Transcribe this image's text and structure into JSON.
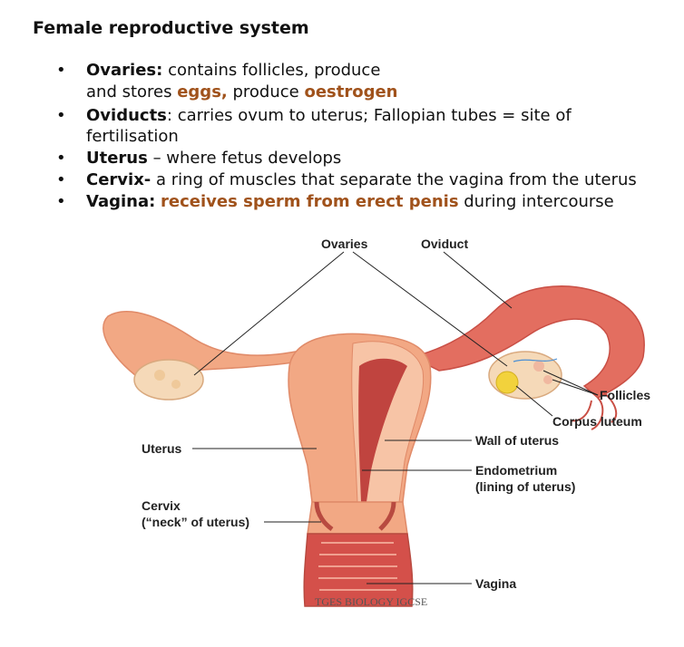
{
  "title": "Female reproductive system",
  "bullets": {
    "ovaries": {
      "term": "Ovaries:",
      "text1": " contains follicles, produce",
      "line2a": "and stores ",
      "hl1": "eggs,",
      "line2b": " produce ",
      "hl2": "oestrogen"
    },
    "oviducts": {
      "term": "Oviducts",
      "text1": ": carries ovum to uterus; Fallopian tubes = site of",
      "line2": "fertilisation"
    },
    "uterus": {
      "term": "Uterus",
      "text1": " – where fetus develops"
    },
    "cervix": {
      "term": "Cervix-",
      "text1": " a ring of muscles that separate the vagina from the uterus"
    },
    "vagina": {
      "term": "Vagina:",
      "hl": "receives sperm from erect penis",
      "text1": " during intercourse"
    }
  },
  "diagram": {
    "labels": {
      "ovaries": "Ovaries",
      "oviduct": "Oviduct",
      "follicles": "Follicles",
      "corpus_luteum": "Corpus luteum",
      "uterus": "Uterus",
      "wall_of_uterus": "Wall of uterus",
      "endometrium_1": "Endometrium",
      "endometrium_2": "(lining of uterus)",
      "cervix_1": "Cervix",
      "cervix_2": "(“neck” of uterus)",
      "vagina": "Vagina"
    },
    "watermark": "TGES BIOLOGY IGCSE",
    "colors": {
      "tissue": "#f2a884",
      "tissue_light": "#f7c4a6",
      "muscle": "#d4504a",
      "ovary": "#f5d9b8",
      "corpus": "#f2d23c"
    }
  }
}
